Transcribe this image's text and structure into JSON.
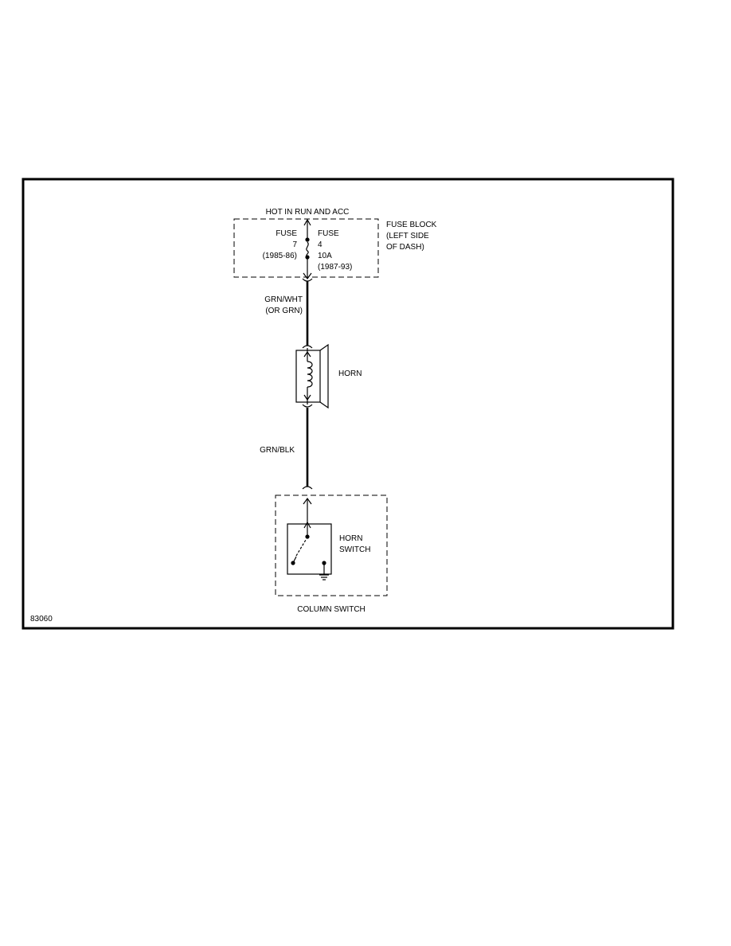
{
  "diagram": {
    "top_label": "HOT IN RUN AND ACC",
    "fuse_block": {
      "label_line1": "FUSE BLOCK",
      "label_line2": "(LEFT SIDE",
      "label_line3": "OF DASH)",
      "fuse_a": {
        "line1": "FUSE",
        "line2": "7",
        "line3": "(1985-86)"
      },
      "fuse_b": {
        "line1": "FUSE",
        "line2": "4",
        "line3": "10A",
        "line4": "(1987-93)"
      }
    },
    "wire1": {
      "line1": "GRN/WHT",
      "line2": "(OR GRN)"
    },
    "horn": {
      "label": "HORN"
    },
    "wire2": {
      "label": "GRN/BLK"
    },
    "horn_switch": {
      "line1": "HORN",
      "line2": "SWITCH"
    },
    "column_switch": {
      "label": "COLUMN SWITCH"
    },
    "figure_number": "83060"
  }
}
